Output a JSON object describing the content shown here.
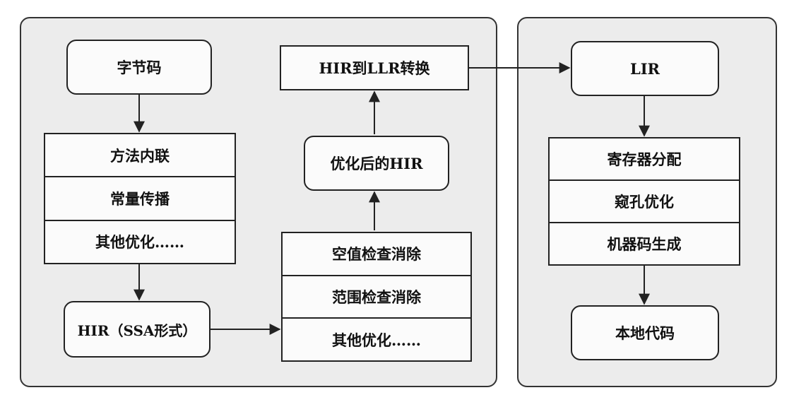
{
  "frontend": {
    "bytecode": "字节码",
    "hir_opt_steps": [
      "方法内联",
      "常量传播",
      "其他优化……"
    ],
    "hir_ssa": "HIR（SSA形式）",
    "optimized_hir": "优化后的HIR",
    "llr_steps": [
      "空值检查消除",
      "范围检查消除",
      "其他优化……"
    ],
    "hir_to_lir": "HIR到LLR转换"
  },
  "backend": {
    "lir": "LIR",
    "steps": [
      "寄存器分配",
      "窥孔优化",
      "机器码生成"
    ],
    "native_code": "本地代码"
  },
  "colors": {
    "panel_bg": "#ececec",
    "box_bg": "#fbfbfb",
    "stroke": "#222222"
  }
}
